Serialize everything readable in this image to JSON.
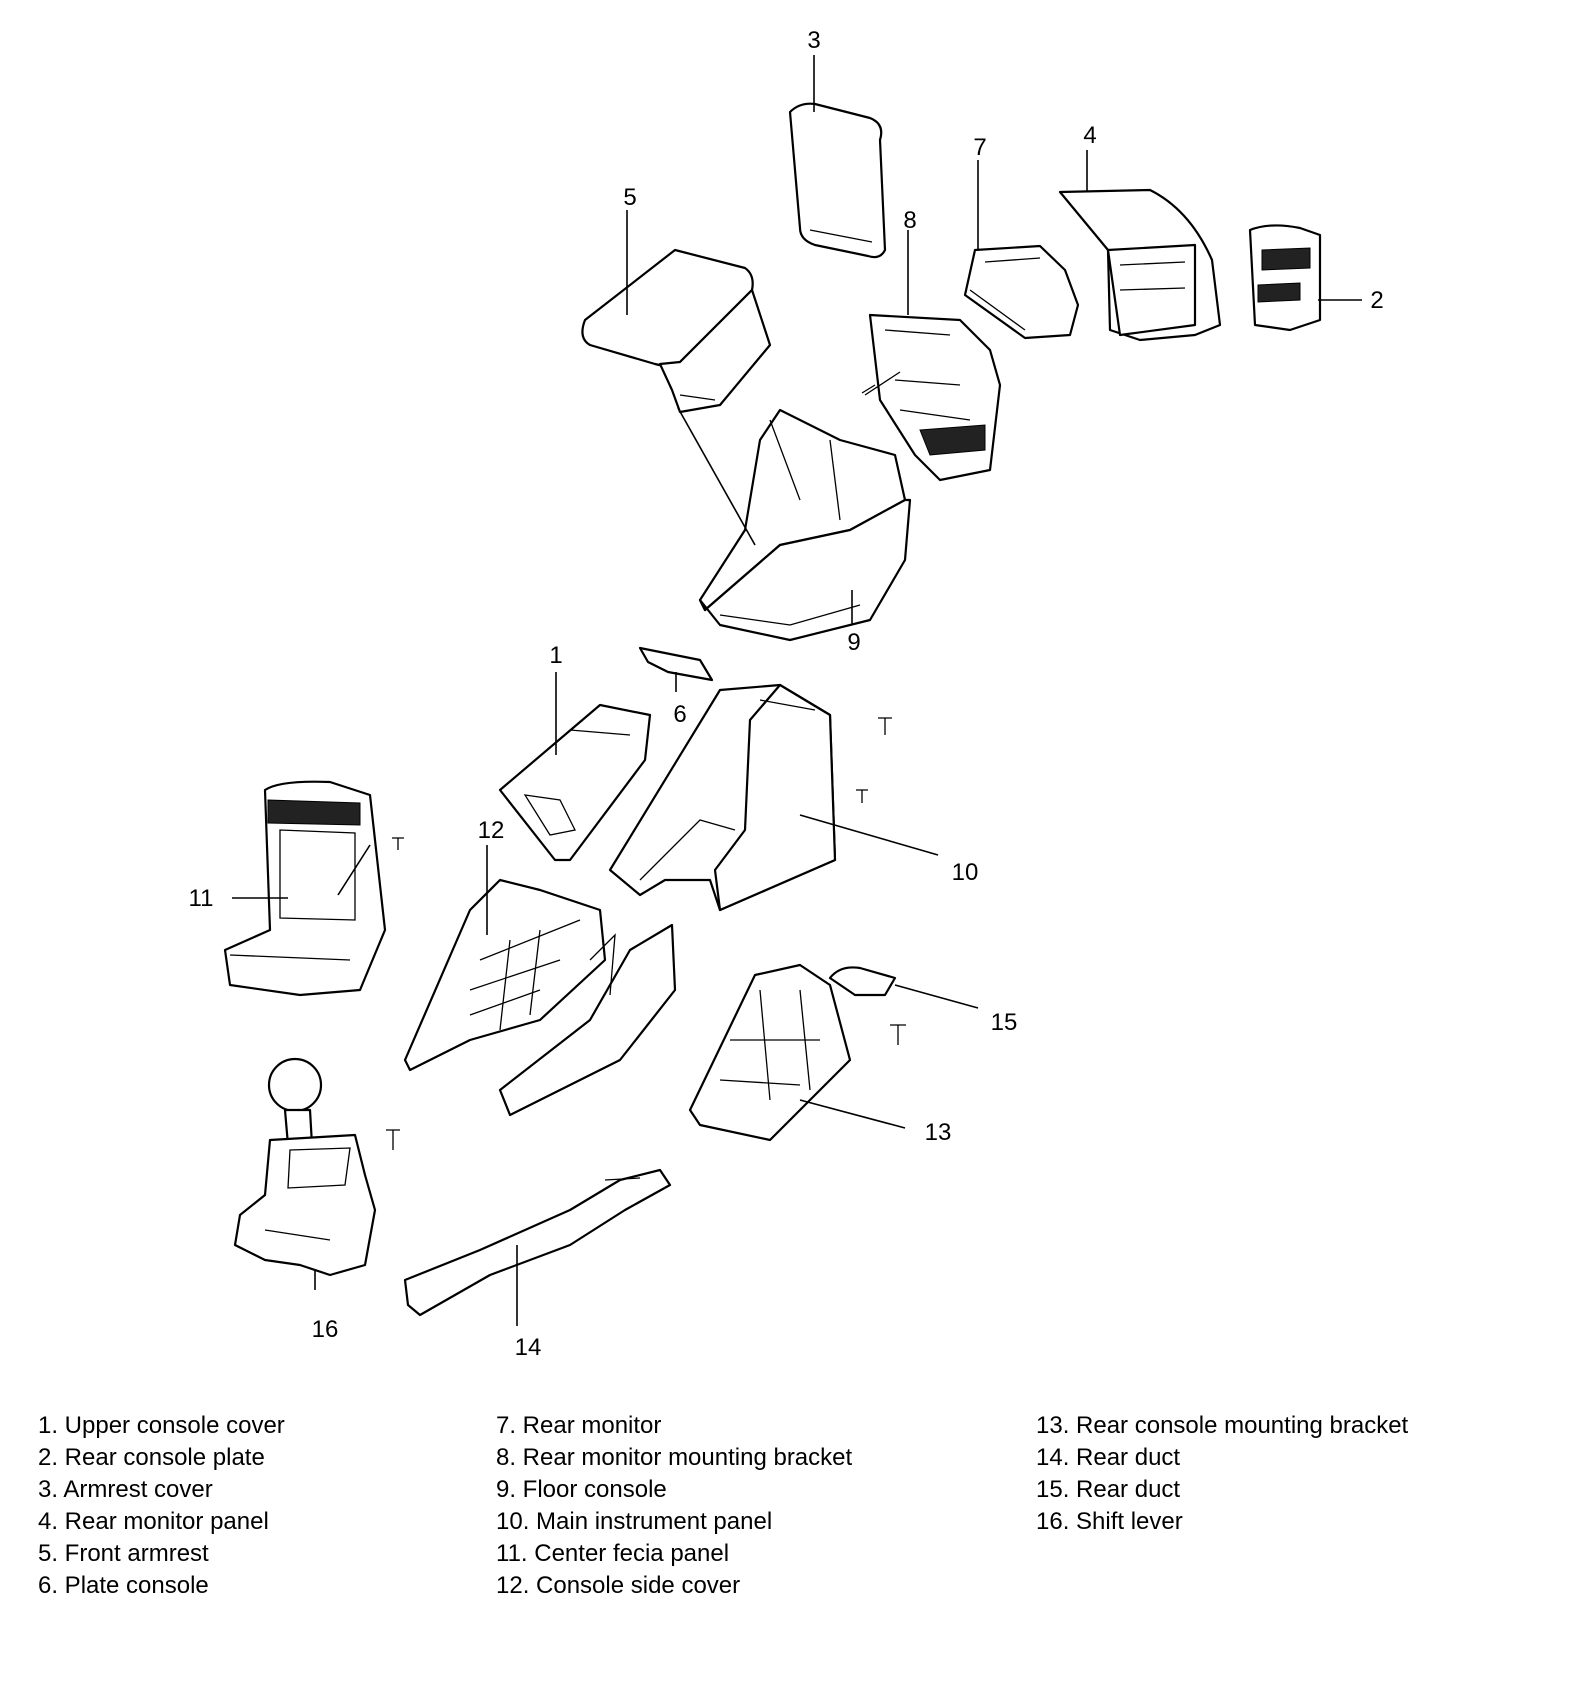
{
  "callouts": {
    "c1": "1",
    "c2": "2",
    "c3": "3",
    "c4": "4",
    "c5": "5",
    "c6": "6",
    "c7": "7",
    "c8": "8",
    "c9": "9",
    "c10": "10",
    "c11": "11",
    "c12": "12",
    "c13": "13",
    "c14": "14",
    "c15": "15",
    "c16": "16"
  },
  "legend": {
    "col1": [
      "1. Upper console cover",
      "2. Rear console plate",
      "3. Armrest cover",
      "4. Rear monitor panel",
      "5. Front armrest",
      "6. Plate console"
    ],
    "col2": [
      "7. Rear monitor",
      "8. Rear monitor mounting bracket",
      "9. Floor console",
      "10. Main instrument panel",
      "11. Center fecia panel",
      "12. Console side cover"
    ],
    "col3": [
      "13. Rear console mounting bracket",
      "14. Rear duct",
      "15. Rear duct",
      "16. Shift lever"
    ]
  }
}
